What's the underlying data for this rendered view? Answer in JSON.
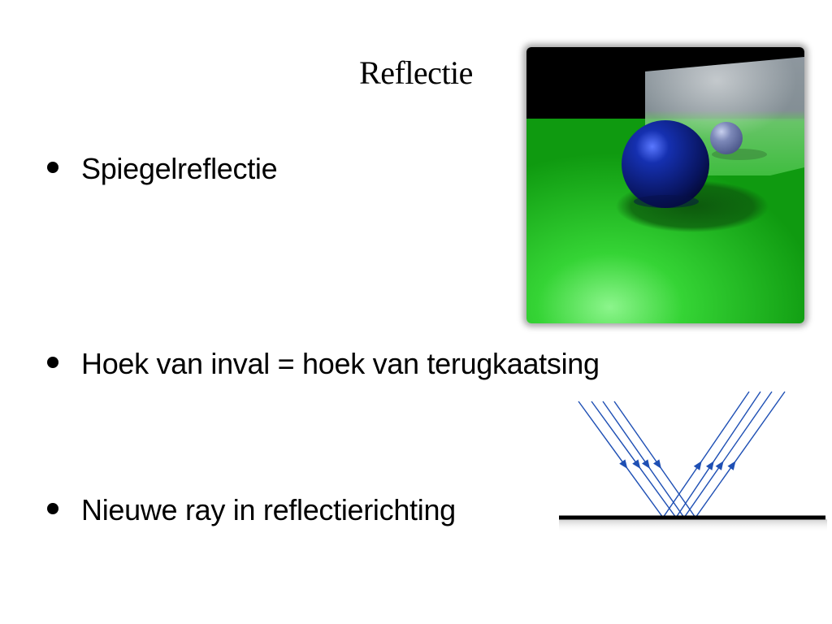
{
  "slide": {
    "title": "Reflectie",
    "bullets": [
      "Spiegelreflectie",
      "Hoek van inval = hoek van terugkaatsing",
      "Nieuwe ray in reflectierichting"
    ]
  },
  "figures": {
    "render_scene": {
      "floor_color": "#1fb81f",
      "background_color": "#000000",
      "sphere_color": "#0b1f8a",
      "mirror_color": "#a8b0b8"
    },
    "reflection_diagram": {
      "ray_color": "#1e4fb4",
      "surface_color": "#000000"
    }
  }
}
